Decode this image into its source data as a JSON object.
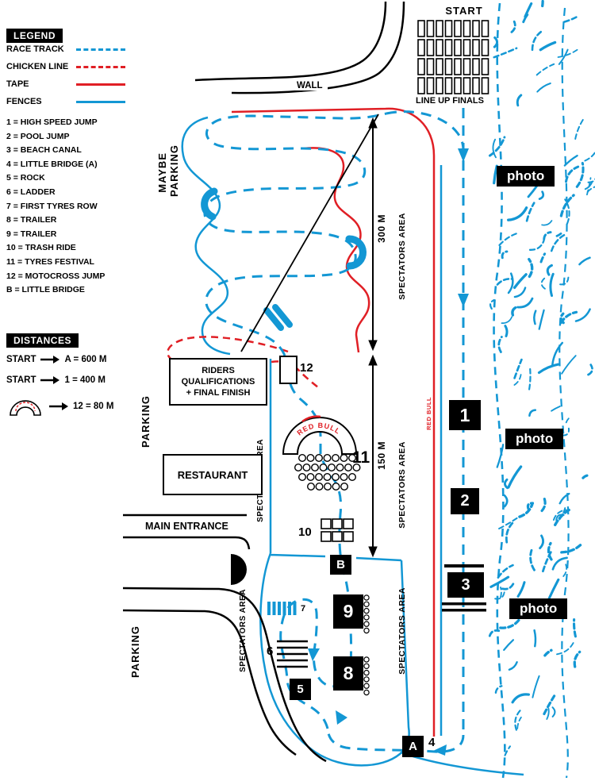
{
  "colors": {
    "blue": "#1397d4",
    "red": "#e01f25",
    "black": "#000000"
  },
  "legend": {
    "title": "LEGEND",
    "lines": [
      {
        "label": "RACE TRACK",
        "style": "blue-dashed"
      },
      {
        "label": "CHICKEN LINE",
        "style": "red-dashed"
      },
      {
        "label": "TAPE",
        "style": "red-solid"
      },
      {
        "label": "FENCES",
        "style": "blue-solid"
      }
    ],
    "items": [
      "1 = HIGH SPEED JUMP",
      "2 = POOL JUMP",
      "3 = BEACH CANAL",
      "4 = LITTLE BRIDGE (A)",
      "5 = ROCK",
      "6 = LADDER",
      "7 = FIRST TYRES ROW",
      "8 = TRAILER",
      "9 = TRAILER",
      "10 = TRASH RIDE",
      "11 = TYRES FESTIVAL",
      "12 = MOTOCROSS JUMP",
      "B = LITTLE BRIDGE"
    ]
  },
  "distances": {
    "title": "DISTANCES",
    "rows": [
      {
        "from": "START",
        "value": "A = 600 M"
      },
      {
        "from": "START",
        "value": "1 = 400 M"
      },
      {
        "from": "arch-icon",
        "value": "12 = 80 M"
      }
    ]
  },
  "start": {
    "title": "START",
    "line_up": "LINE UP FINALS"
  },
  "areas": {
    "wall": "WALL",
    "maybe": "MAYBE",
    "parking": "PARKING",
    "spectators": "SPECTATORS AREA",
    "main_entrance": "MAIN ENTRANCE",
    "restaurant": "RESTAURANT",
    "riders": [
      "RIDERS",
      "QUALIFICATIONS",
      "+ FINAL FINISH"
    ],
    "red_bull": "RED BULL",
    "photo": "photo"
  },
  "measures": {
    "m300": "300 M",
    "m150": "150 M"
  },
  "markers": {
    "n1": "1",
    "n2": "2",
    "n3": "3",
    "n4": "4",
    "n5": "5",
    "n6": "6",
    "n7": "7",
    "n8": "8",
    "n9": "9",
    "n10": "10",
    "n11": "11",
    "n12": "12",
    "a": "A",
    "b": "B"
  }
}
